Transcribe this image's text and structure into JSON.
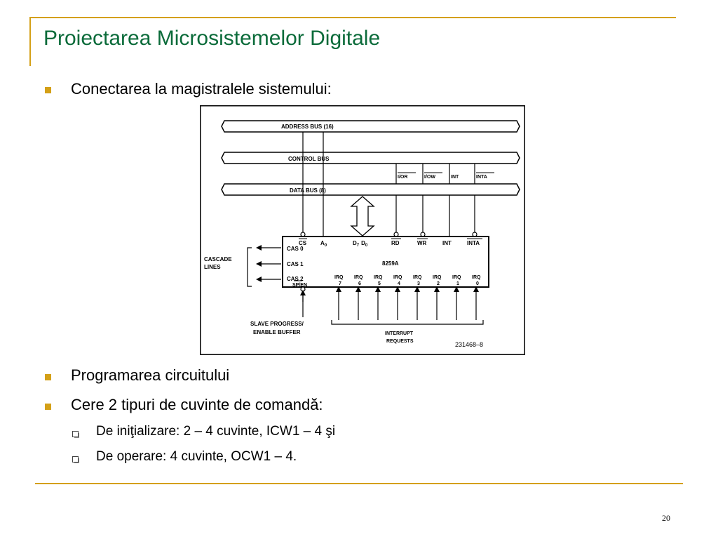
{
  "slide": {
    "title": "Proiectarea Microsistemelor Digitale",
    "page_number": "20",
    "colors": {
      "accent": "#d4a017",
      "title": "#0b6b3a"
    }
  },
  "bullets": [
    {
      "text": "Conectarea la magistralele sistemului:"
    },
    {
      "text": "Programarea circuitului"
    },
    {
      "text": "Cere 2 tipuri de cuvinte de comandă:"
    }
  ],
  "sub_bullets": [
    {
      "text": "De iniţializare: 2 – 4 cuvinte, ICW1 – 4 şi"
    },
    {
      "text": "De operare: 4 cuvinte, OCW1 – 4."
    }
  ],
  "diagram": {
    "address_bus": "ADDRESS BUS (16)",
    "control_bus": "CONTROL BUS",
    "data_bus": "DATA BUS (8)",
    "ior": "I/OR",
    "iow": "I/OW",
    "int_top": "INT",
    "inta_top": "INTA",
    "pin_cs": "CS",
    "pin_a0": "A",
    "pin_a0_sub": "0",
    "pin_d": "D",
    "pin_d7": "7",
    "pin_d0": "0",
    "pin_rd": "RD",
    "pin_wr": "WR",
    "pin_int": "INT",
    "pin_inta": "INTA",
    "cas0": "CAS 0",
    "cas1": "CAS 1",
    "cas2": "CAS 2",
    "chip": "8259A",
    "sp_en": "SP/EN",
    "cascade_line1": "CASCADE",
    "cascade_line2": "LINES",
    "irq_label": "IRQ",
    "irq_numbers": [
      "7",
      "6",
      "5",
      "4",
      "3",
      "2",
      "1",
      "0"
    ],
    "slave_line1": "SLAVE PROGRESS/",
    "slave_line2": "ENABLE BUFFER",
    "interrupt_line1": "INTERRUPT",
    "interrupt_line2": "REQUESTS",
    "figure_code": "231468–8"
  }
}
